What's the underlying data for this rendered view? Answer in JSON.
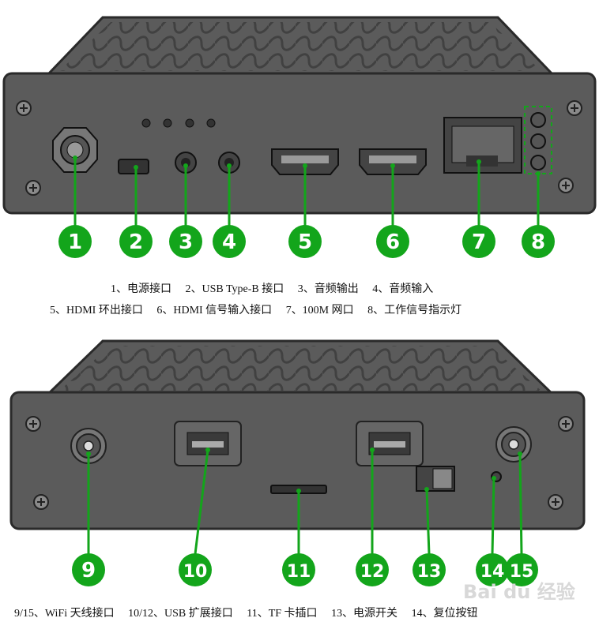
{
  "top_panel": {
    "callouts": [
      "1",
      "2",
      "3",
      "4",
      "5",
      "6",
      "7",
      "8"
    ],
    "captions_line1": [
      "1、电源接口",
      "2、USB Type-B 接口",
      "3、音频输出",
      "4、音频输入"
    ],
    "captions_line2": [
      "5、HDMI 环出接口",
      "6、HDMI 信号输入接口",
      "7、100M 网口",
      "8、工作信号指示灯"
    ]
  },
  "bottom_panel": {
    "callouts": [
      "9",
      "10",
      "11",
      "12",
      "13",
      "14",
      "15"
    ],
    "captions": [
      "9/15、WiFi 天线接口",
      "10/12、USB 扩展接口",
      "11、TF 卡插口",
      "13、电源开关",
      "14、复位按钮"
    ]
  },
  "watermark": "Bai du 经验",
  "colors": {
    "callout": "#13a51b",
    "device_body": "#5b5b5b",
    "device_edge": "#2a2a2a",
    "fins": "#7a7a7a"
  }
}
